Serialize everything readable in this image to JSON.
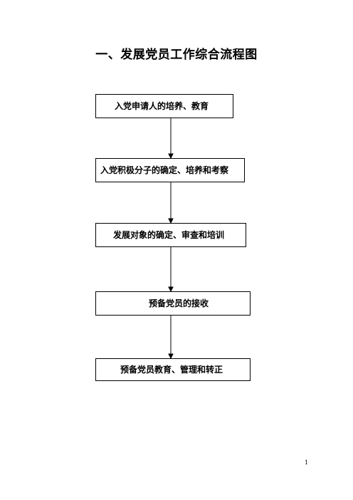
{
  "title": "一、发展党员工作综合流程图",
  "steps": [
    "入党申请人的培养、教育",
    "入党积极分子的确定、培养和考察",
    "发展对象的确定、审查和培训",
    "预备党员的接收",
    "预备党员教育、管理和转正"
  ],
  "page_number": "1",
  "colors": {
    "line": "#000000",
    "background": "#ffffff"
  }
}
